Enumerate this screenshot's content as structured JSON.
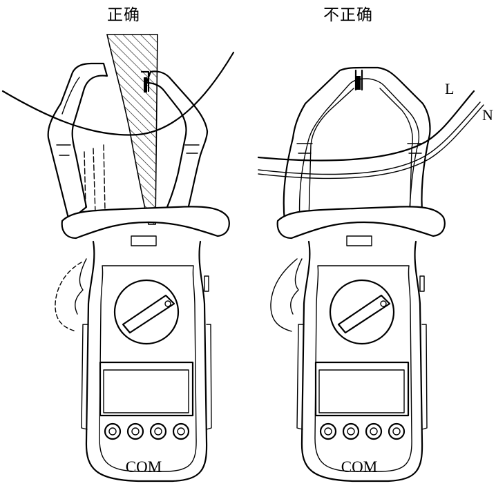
{
  "captions": {
    "correct": "正确",
    "incorrect": "不正确"
  },
  "wire_labels": {
    "live": "L",
    "neutral": "N"
  },
  "meters": [
    {
      "terminal_label": "COM",
      "button_count": 4
    },
    {
      "terminal_label": "COM",
      "button_count": 4
    }
  ],
  "colors": {
    "line": "#000000",
    "background": "#ffffff",
    "hatch": "#000000"
  }
}
